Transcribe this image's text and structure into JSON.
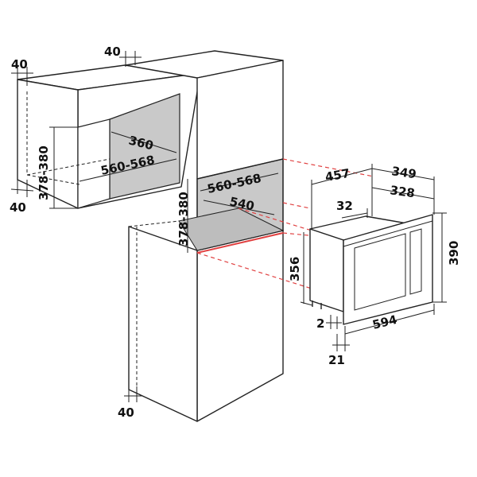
{
  "dimensions": {
    "top_left_40": "40",
    "top_center_40": "40",
    "wall_360": "360",
    "wall_560_568": "560-568",
    "wall_378_380": "378-380",
    "wall_bottom_40": "40",
    "col_560_568": "560-568",
    "col_540": "540",
    "col_378_380": "378-380",
    "col_bottom_40": "40",
    "mw_457": "457",
    "mw_349": "349",
    "mw_328": "328",
    "mw_32": "32",
    "mw_390": "390",
    "mw_356": "356",
    "mw_2": "2",
    "mw_594": "594",
    "mw_21": "21"
  }
}
